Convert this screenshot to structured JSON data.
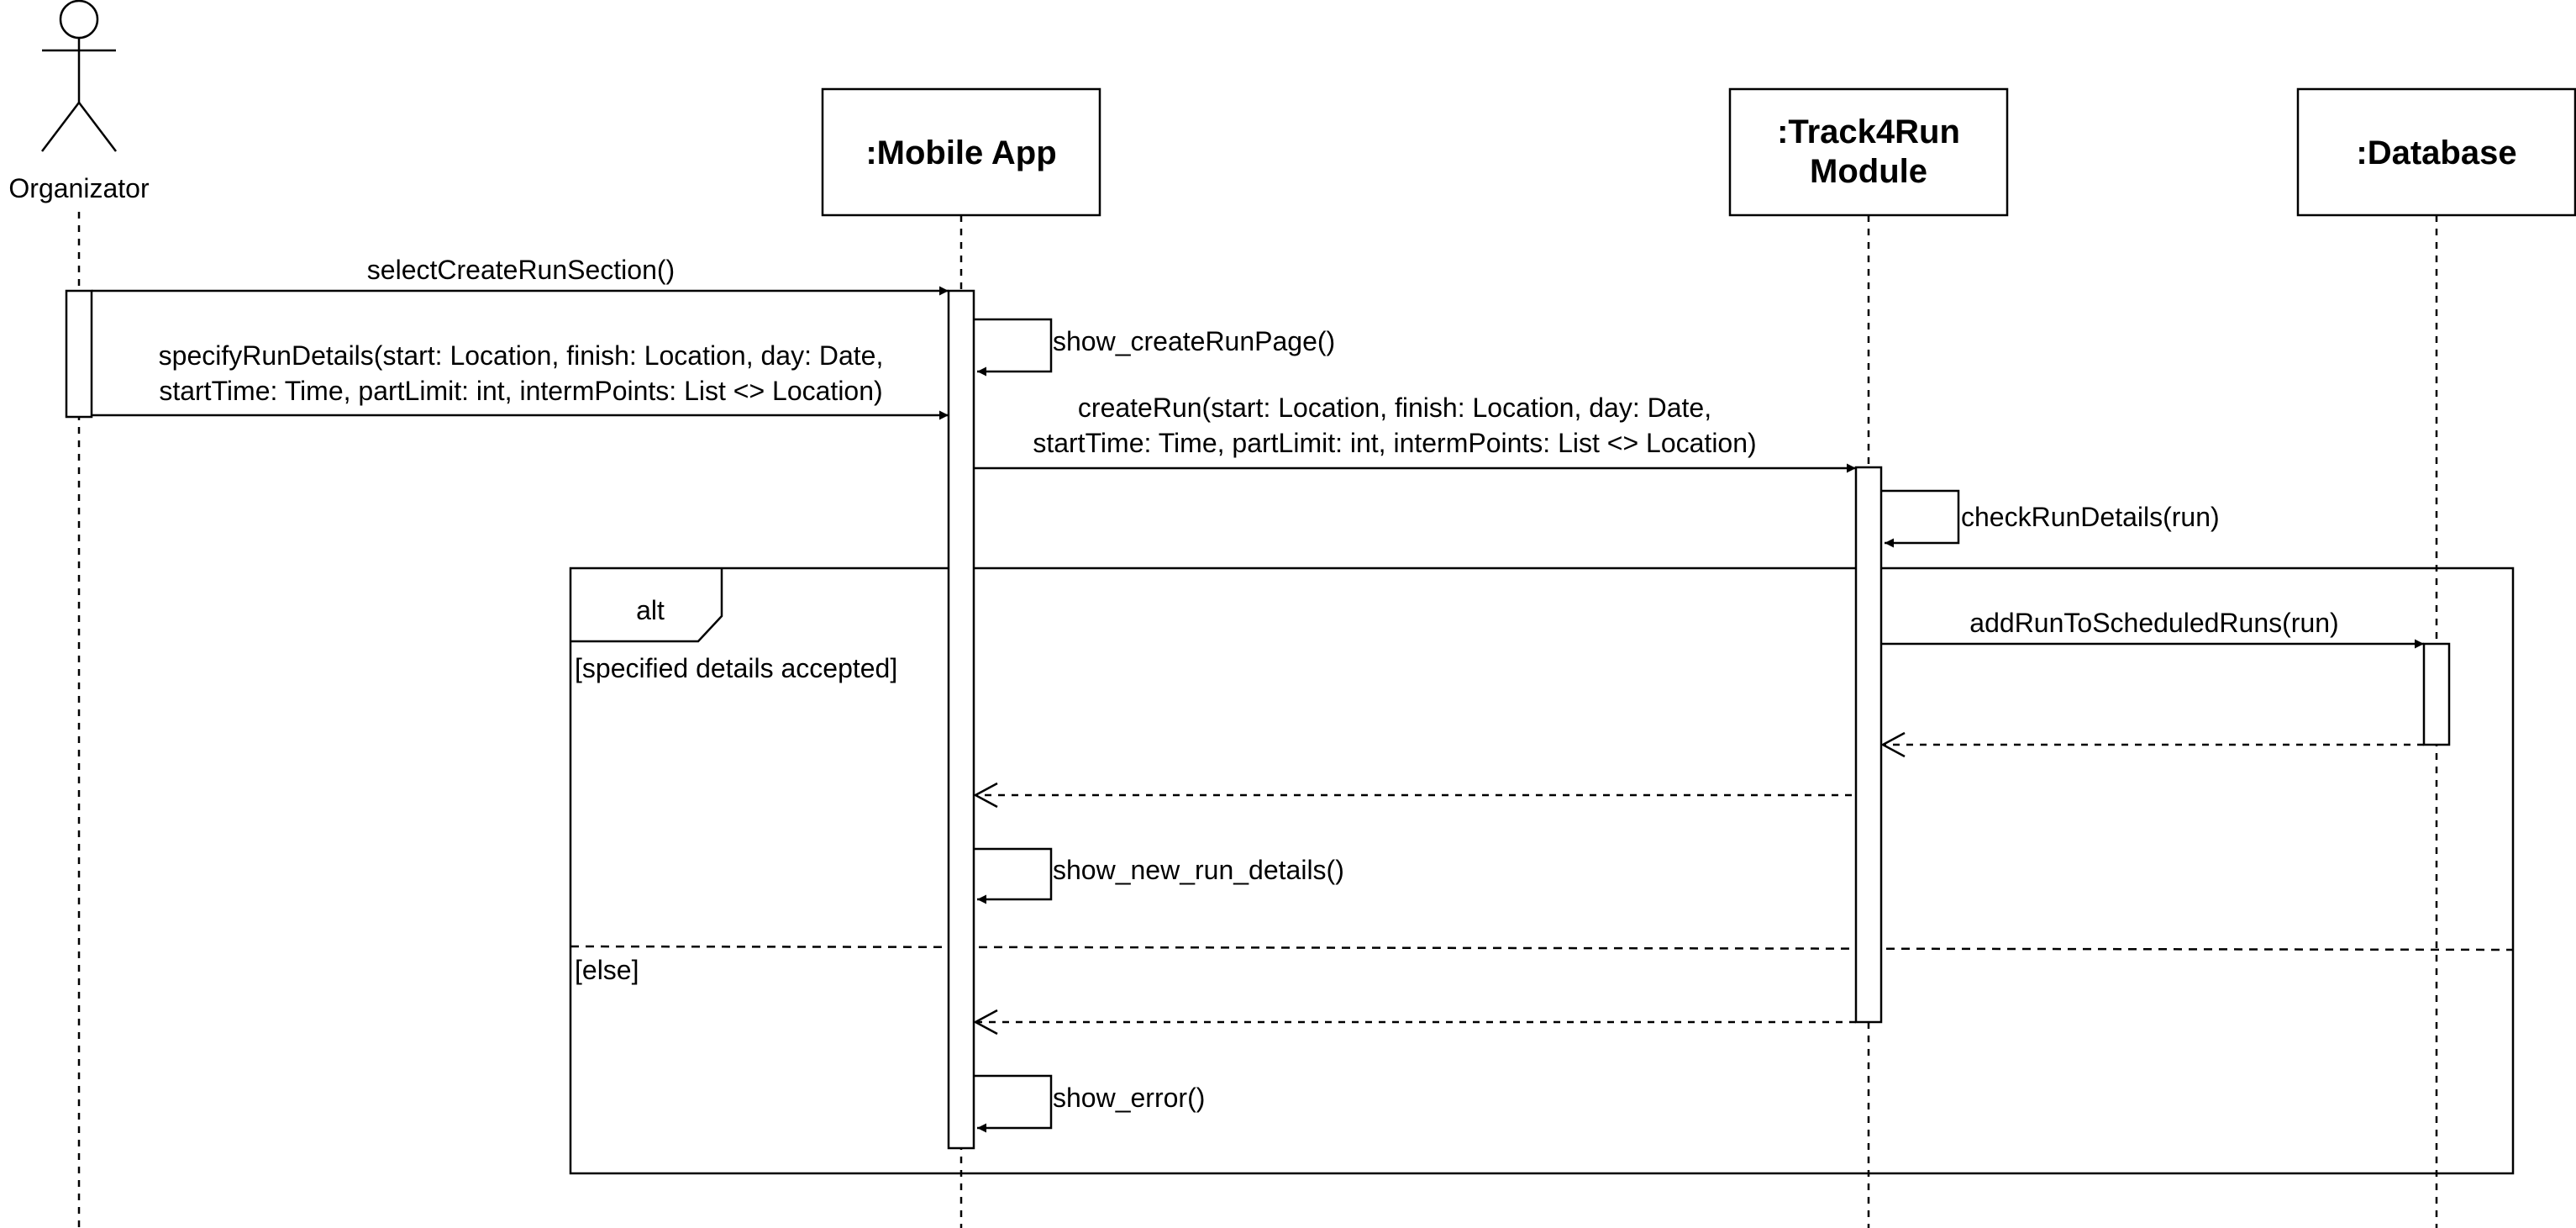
{
  "actor": {
    "name": "Organizator"
  },
  "lifelines": [
    {
      "id": "app",
      "label_lines": [
        ":Mobile App"
      ]
    },
    {
      "id": "module",
      "label_lines": [
        ":Track4Run",
        "Module"
      ]
    },
    {
      "id": "db",
      "label_lines": [
        ":Database"
      ]
    }
  ],
  "messages": {
    "select_create_run": "selectCreateRunSection()",
    "show_create_page": "show_createRunPage()",
    "specify_line1": "specifyRunDetails(start: Location, finish: Location, day: Date,",
    "specify_line2": "startTime: Time, partLimit: int, intermPoints: List <> Location)",
    "create_line1": "createRun(start: Location, finish: Location, day: Date,",
    "create_line2": "startTime: Time, partLimit: int, intermPoints: List <> Location)",
    "check_details": "checkRunDetails(run)",
    "add_run": "addRunToScheduledRuns(run)",
    "show_new_details": "show_new_run_details()",
    "show_error": "show_error()"
  },
  "fragment": {
    "operator": "alt",
    "guard_accepted": "[specified details accepted]",
    "guard_else": "[else]"
  }
}
